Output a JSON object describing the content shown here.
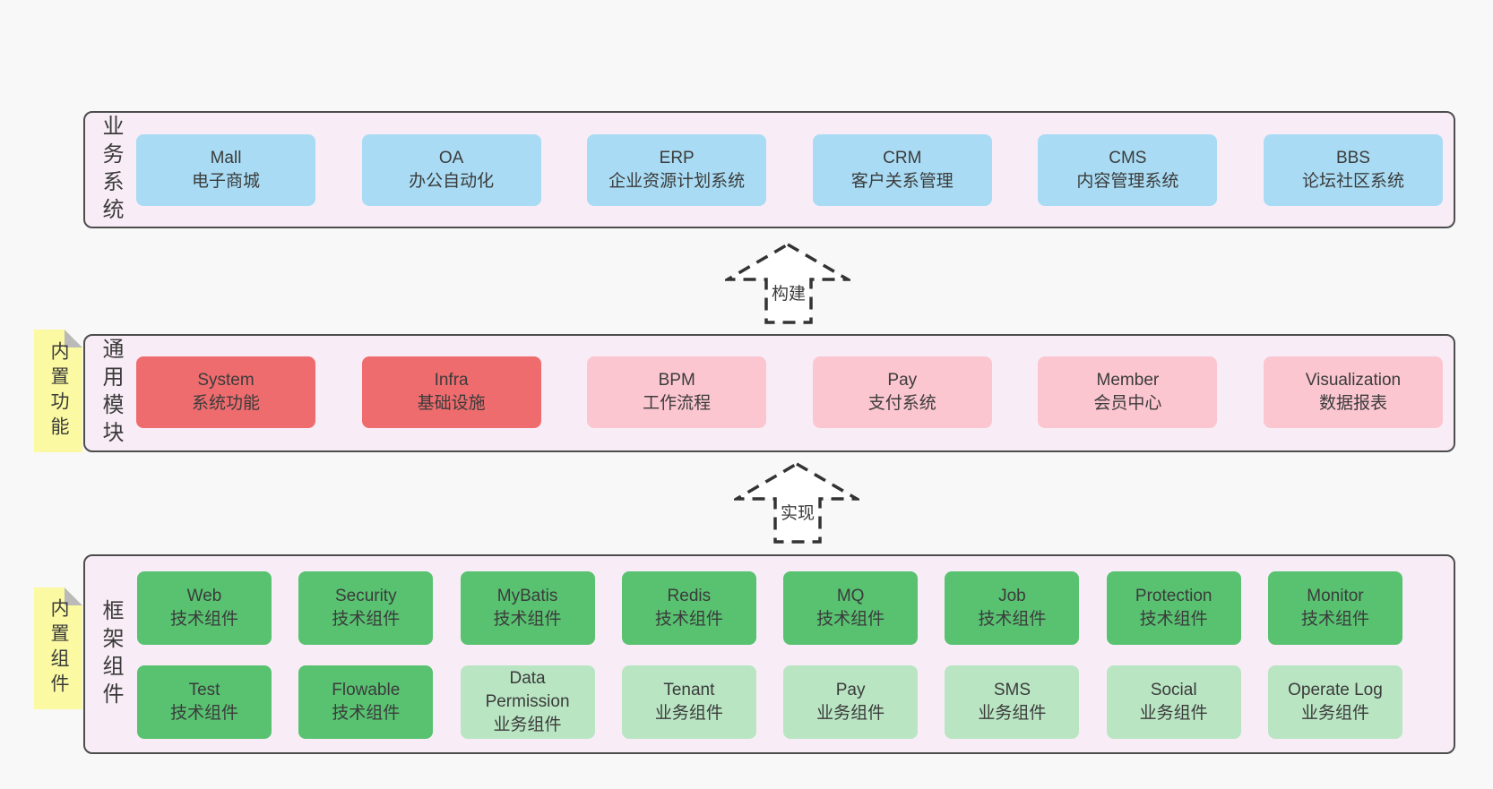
{
  "colors": {
    "page_bg": "#f8f8f8",
    "panel_bg": "#f8edf6",
    "panel_border": "#4d4d4d",
    "blue": "#a9dcf4",
    "red": "#ee6c6e",
    "pink": "#fbc6d0",
    "green_dark": "#58c271",
    "green_light": "#b9e5c3",
    "yellow": "#fbf9a1",
    "fold_gray": "#bababa",
    "text": "#3b3b3b",
    "arrow": "#333333"
  },
  "layers": [
    {
      "id": "business-systems",
      "label": "业务系统",
      "boxes": [
        {
          "en": "Mall",
          "zh": "电子商城",
          "variant": "blue"
        },
        {
          "en": "OA",
          "zh": "办公自动化",
          "variant": "blue"
        },
        {
          "en": "ERP",
          "zh": "企业资源计划系统",
          "variant": "blue"
        },
        {
          "en": "CRM",
          "zh": "客户关系管理",
          "variant": "blue"
        },
        {
          "en": "CMS",
          "zh": "内容管理系统",
          "variant": "blue"
        },
        {
          "en": "BBS",
          "zh": "论坛社区系统",
          "variant": "blue"
        }
      ]
    },
    {
      "id": "common-modules",
      "label": "通用模块",
      "note": "内置功能",
      "boxes": [
        {
          "en": "System",
          "zh": "系统功能",
          "variant": "red"
        },
        {
          "en": "Infra",
          "zh": "基础设施",
          "variant": "red"
        },
        {
          "en": "BPM",
          "zh": "工作流程",
          "variant": "pink"
        },
        {
          "en": "Pay",
          "zh": "支付系统",
          "variant": "pink"
        },
        {
          "en": "Member",
          "zh": "会员中心",
          "variant": "pink"
        },
        {
          "en": "Visualization",
          "zh": "数据报表",
          "variant": "pink"
        }
      ]
    },
    {
      "id": "framework-components",
      "label": "框架组件",
      "note": "内置组件",
      "rows": [
        [
          {
            "en": "Web",
            "zh": "技术组件",
            "variant": "green_dark"
          },
          {
            "en": "Security",
            "zh": "技术组件",
            "variant": "green_dark"
          },
          {
            "en": "MyBatis",
            "zh": "技术组件",
            "variant": "green_dark"
          },
          {
            "en": "Redis",
            "zh": "技术组件",
            "variant": "green_dark"
          },
          {
            "en": "MQ",
            "zh": "技术组件",
            "variant": "green_dark"
          },
          {
            "en": "Job",
            "zh": "技术组件",
            "variant": "green_dark"
          },
          {
            "en": "Protection",
            "zh": "技术组件",
            "variant": "green_dark"
          },
          {
            "en": "Monitor",
            "zh": "技术组件",
            "variant": "green_dark"
          }
        ],
        [
          {
            "en": "Test",
            "zh": "技术组件",
            "variant": "green_dark"
          },
          {
            "en": "Flowable",
            "zh": "技术组件",
            "variant": "green_dark"
          },
          {
            "en": "Data Permission",
            "zh": "业务组件",
            "variant": "green_light"
          },
          {
            "en": "Tenant",
            "zh": "业务组件",
            "variant": "green_light"
          },
          {
            "en": "Pay",
            "zh": "业务组件",
            "variant": "green_light"
          },
          {
            "en": "SMS",
            "zh": "业务组件",
            "variant": "green_light"
          },
          {
            "en": "Social",
            "zh": "业务组件",
            "variant": "green_light"
          },
          {
            "en": "Operate Log",
            "zh": "业务组件",
            "variant": "green_light"
          }
        ]
      ]
    }
  ],
  "arrows": [
    {
      "label": "构建"
    },
    {
      "label": "实现"
    }
  ]
}
